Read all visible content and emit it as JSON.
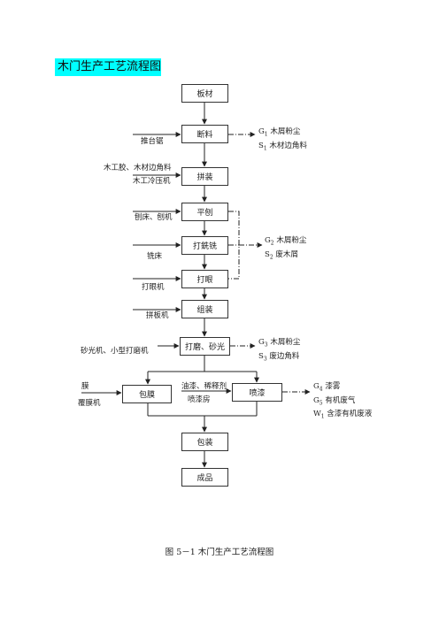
{
  "title": "木门生产工艺流程图",
  "boxes": {
    "banc": "板材",
    "duanliao": "断料",
    "pinzhuang": "拼装",
    "pingbao": "平刨",
    "dasuoxi": "打銑铣",
    "dayan": "打眼",
    "zuzhuang": "组装",
    "damo": "打磨、砂光",
    "baomo": "包膜",
    "penqi": "喷漆",
    "baozhuang": "包装",
    "chengpin": "成品"
  },
  "equipment": {
    "tuitaiju": "推台锯",
    "pinzhuang_input_1": "木工胶、木材边角料",
    "pinzhuang_input_2": "木工冷压机",
    "pingbao_input": "刨床、刨机",
    "dasuoxi_input": "铣床",
    "dayan_input": "打眼机",
    "zuzhuang_input": "拼板机",
    "damo_input": "砂光机、小型打磨机",
    "baomo_input_1": "膜",
    "baomo_input_2": "覆膜机",
    "penqi_input_1": "油漆、稀释剂",
    "penqi_input_2": "喷漆房"
  },
  "outputs": {
    "g1_label": "G",
    "g1_sub": "1",
    "g1_text": " 木屑粉尘",
    "s1_label": "S",
    "s1_sub": "1",
    "s1_text": " 木材边角料",
    "g2_label": "G",
    "g2_sub": "2",
    "g2_text": " 木屑粉尘",
    "s2_label": "S",
    "s2_sub": "2",
    "s2_text": " 废木屑",
    "g3_label": "G",
    "g3_sub": "3",
    "g3_text": " 木屑粉尘",
    "s3_label": "S",
    "s3_sub": "3",
    "s3_text": " 废边角料",
    "g4_label": "G",
    "g4_sub": "4",
    "g4_text": " 漆雾",
    "g5_label": "G",
    "g5_sub": "5",
    "g5_text": " 有机废气",
    "w1_label": "W",
    "w1_sub": "1",
    "w1_text": " 含漆有机废液"
  },
  "caption": "图 5－1  木门生产工艺流程图"
}
